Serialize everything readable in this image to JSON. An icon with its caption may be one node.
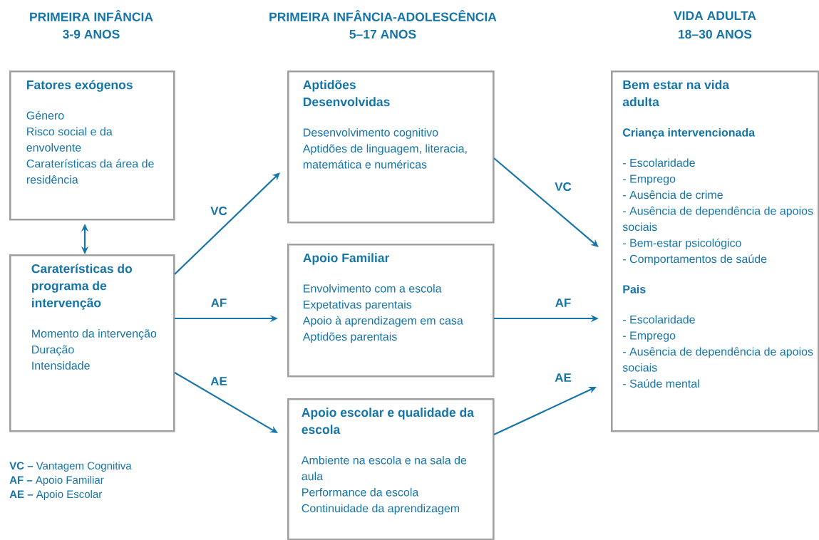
{
  "diagram": {
    "nodes": [
      {
        "text": [
          "Fatores exógenos",
          "Género",
          "Risco social e da envolvente",
          "Caraterísticas da área de residência"
        ]
      },
      {
        "text": [
          "Caraterísticas do programa de intervenção",
          "Momento da intervenção",
          "Duração",
          "Intensidade"
        ]
      },
      {
        "text": [
          "Aptidões Desenvolvidas",
          "Desenvolvimento cognitivo",
          "Aptidões de linguagem, literacia, matemática e numéricas"
        ]
      },
      {
        "text": [
          "Apoio Familiar",
          "Envolvimento com a escola",
          "Expetativas parentais",
          "Apoio à aprendizagem em casa",
          "Aptidões parentais"
        ]
      },
      {
        "text": [
          "Apoio escolar e qualidade da escola",
          "Ambiente na escola e na sala de aula",
          "Performance da escola",
          "Continuidade da aprendizagem"
        ]
      },
      {
        "text": [
          "Bem estar na vida adulta",
          "Criança intervencionada",
          "- Escolaridade",
          "- Emprego",
          "- Ausência de crime",
          "- Ausência de dependência de apoios sociais",
          "- Bem-estar psicológico",
          "- Comportamentos de saúde",
          "Pais",
          "- Escolaridade",
          "- Emprego",
          "- Ausência de dependência de apoios sociais",
          "- Saúde mental"
        ]
      }
    ],
    "edges": [
      {
        "from": 0,
        "to": 1,
        "arrow": "both"
      },
      {
        "from": 1,
        "to": 2,
        "arrow": "to",
        "label": "VC"
      },
      {
        "from": 1,
        "to": 3,
        "arrow": "to",
        "label": "AF"
      },
      {
        "from": 1,
        "to": 4,
        "arrow": "to",
        "label": "AE"
      },
      {
        "from": 2,
        "to": 5,
        "arrow": "to",
        "label": "VC"
      },
      {
        "from": 3,
        "to": 5,
        "arrow": "to",
        "label": "AF"
      },
      {
        "from": 4,
        "to": 5,
        "arrow": "to",
        "label": "AE"
      }
    ],
    "labels": [
      "PRIMEIRA INFÂNCIA",
      "PRIMEIRA INFÂNCIA-ADOLESCÊNCIA",
      "VIDA ADULTA",
      "3-9 ANOS",
      "5–17 ANOS",
      "18–30 ANOS",
      "**VC –** Vantagem Cognitiva",
      "**AF –** Apoio Familiar",
      "**AE –** Apoio Escolar"
    ]
  }
}
